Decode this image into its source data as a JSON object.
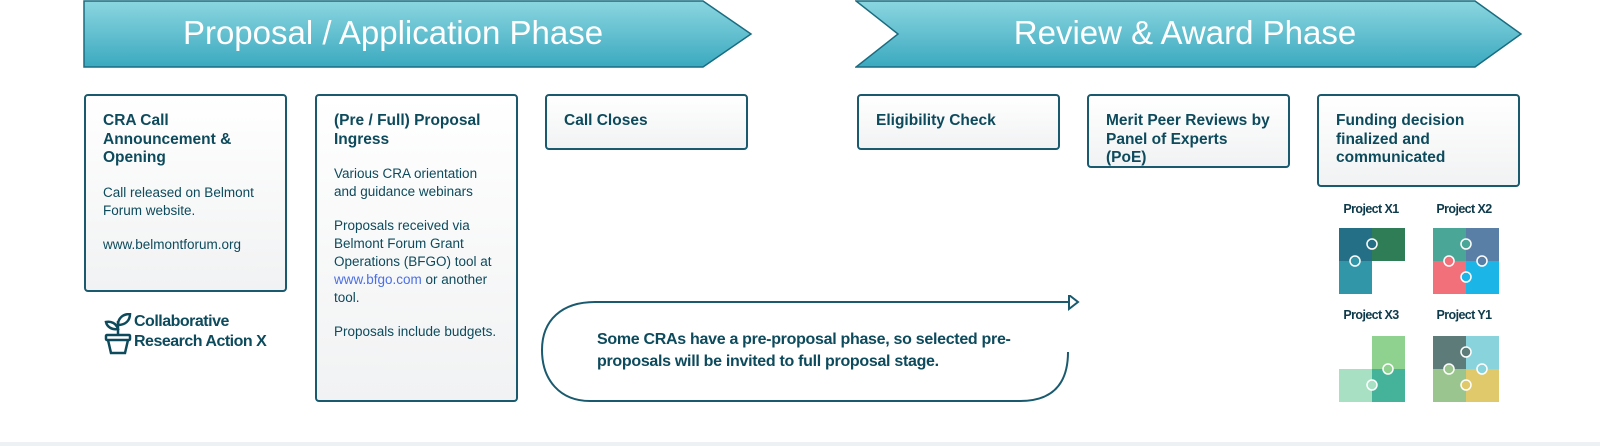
{
  "phases": {
    "proposal": {
      "label": "Proposal /  Application Phase"
    },
    "review": {
      "label": "Review & Award Phase"
    }
  },
  "cards": {
    "cra_call": {
      "title": "CRA Call Announcement & Opening",
      "text": "Call released on Belmont Forum website.",
      "link": "www.belmontforum.org"
    },
    "proposal_ingress": {
      "title": "(Pre /  Full) Proposal Ingress",
      "p1": "Various CRA orientation and guidance webinars",
      "p2_before": "Proposals received via Belmont Forum Grant Operations (BFGO) tool at ",
      "p2_link": "www.bfgo.com",
      "p2_after": " or another tool.",
      "p3": "Proposals include budgets."
    },
    "call_closes": {
      "title": "Call Closes"
    },
    "eligibility": {
      "title": "Eligibility Check"
    },
    "merit": {
      "title": "Merit Peer Reviews by Panel of Experts (PoE)"
    },
    "funding": {
      "title": "Funding decision finalized and communicated"
    }
  },
  "collab": {
    "label": "Collaborative Research Action X",
    "icon": "plant-pot-icon"
  },
  "loop": {
    "text": "Some CRAs have a pre-proposal phase, so selected pre-proposals will be invited to full proposal stage."
  },
  "projects": [
    {
      "label": "Project X1"
    },
    {
      "label": "Project X2"
    },
    {
      "label": "Project X3"
    },
    {
      "label": "Project Y1"
    }
  ],
  "colors": {
    "banner_top": "#8bd6e0",
    "banner_bottom": "#3ba9bf",
    "border": "#1a5a6e",
    "text": "#0d4a5c",
    "link": "#4a6fe6"
  }
}
